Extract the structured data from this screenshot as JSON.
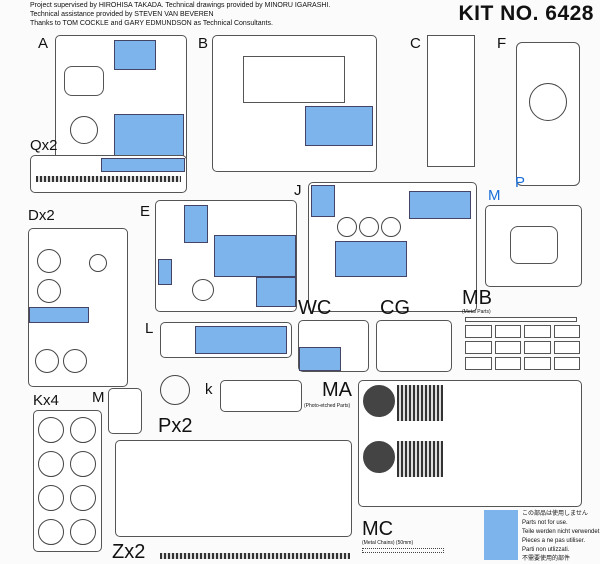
{
  "credits": [
    "Project supervised by HIROHISA TAKADA. Technical drawings provided by MINORU IGARASHI.",
    "Technical assistance provided by STEVEN VAN BEVEREN",
    "Thanks to TOM COCKLE and GARY EDMUNDSON as Technical Consultants."
  ],
  "kit_number": "KIT NO. 6428",
  "sprues": {
    "A": "A",
    "B": "B",
    "C": "C",
    "F": "F",
    "Q": "Qx2",
    "D": "Dx2",
    "E": "E",
    "J": "J",
    "M_blue": "M",
    "P": "P",
    "L": "L",
    "k": "k",
    "WC": "WC",
    "CG": "CG",
    "MB": "MB",
    "MB_sub": "(Metal Parts)",
    "MA": "MA",
    "MA_sub": "(Photo-etched Parts)",
    "M": "M",
    "K": "Kx4",
    "Px2": "Px2",
    "Z": "Zx2",
    "MC": "MC",
    "MC_sub": "(Metal Chains) (50mm)"
  },
  "notes": [
    "この部品は使用しません",
    "Parts not for use.",
    "Teile werden nicht verwendet.",
    "Pieces a ne pas utiliser.",
    "Parti non utlizzati.",
    "不需要使用的部件"
  ],
  "colors": {
    "highlight": "#7db4ec",
    "blue_label": "#1a6fd8"
  }
}
